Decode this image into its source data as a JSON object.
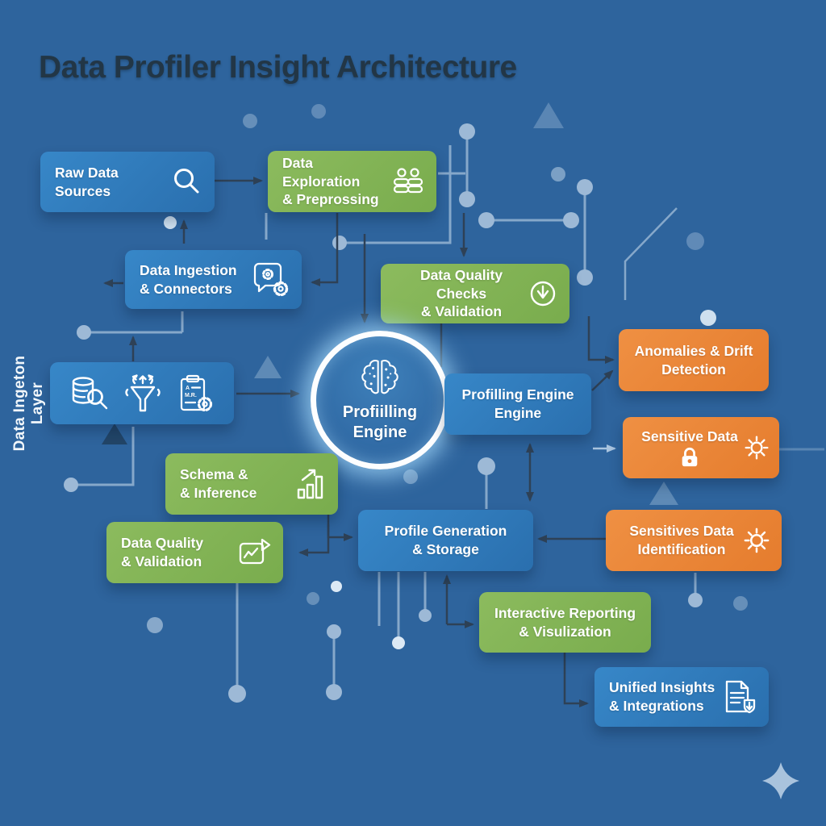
{
  "title": "Data Profiler Insight Architecture",
  "side_label": "Data Ingeton Layer",
  "colors": {
    "background": "#2e649d",
    "box_blue": "#2f7cba",
    "box_green": "#82b355",
    "box_orange": "#e8843a",
    "title_text": "#223646",
    "connector_dark": "#2e4156",
    "circuit_light": "#9db9d6",
    "circle_ring": "#fdfeff"
  },
  "nodes": {
    "raw_data_sources": {
      "line1": "Raw Data",
      "line2": "Sources",
      "icon": "magnifier-icon"
    },
    "data_exploration": {
      "line1": "Data Exploration",
      "line2": "& Preprossing",
      "icon": "users-icon"
    },
    "data_ingestion": {
      "line1": "Data Ingestion",
      "line2": "& Connectors",
      "icon": "chat-gear-icon"
    },
    "data_quality_checks": {
      "line1": "Data Quality Checks",
      "line2": "& Validation",
      "icon": "clock-arrow-icon"
    },
    "anomalies_drift": {
      "line1": "Anomalies & Drift",
      "line2": "Detection"
    },
    "ingestion_icons": {
      "icons": [
        "database-search-icon",
        "funnel-icon",
        "clipboard-gear-icon"
      ]
    },
    "profiling_engine_circle": {
      "line1": "Profiilling",
      "line2": "Engine",
      "icon": "brain-icon"
    },
    "profiling_engine_engine": {
      "line1": "Profilling Engine",
      "line2": "Engine"
    },
    "sensitive_data": {
      "line1": "Sensitive Data",
      "icons": [
        "lock-icon",
        "sun-icon"
      ]
    },
    "schema_inference": {
      "line1": "Schema &",
      "line2": "& Inference",
      "icon": "bar-chart-arrow-icon"
    },
    "data_quality_validation": {
      "line1": "Data Quality",
      "line2": "& Validation",
      "icon": "chart-doc-icon"
    },
    "profile_generation": {
      "line1": "Profile Generation",
      "line2": "& Storage"
    },
    "sensitives_data_identification": {
      "line1": "Sensitives Data",
      "line2": "Identification",
      "icon": "sun-icon"
    },
    "interactive_reporting": {
      "line1": "Interactive Reporting",
      "line2": "& Visulization"
    },
    "unified_insights": {
      "line1": "Unified Insights",
      "line2": "& Integrations",
      "icon": "document-shield-icon"
    }
  }
}
